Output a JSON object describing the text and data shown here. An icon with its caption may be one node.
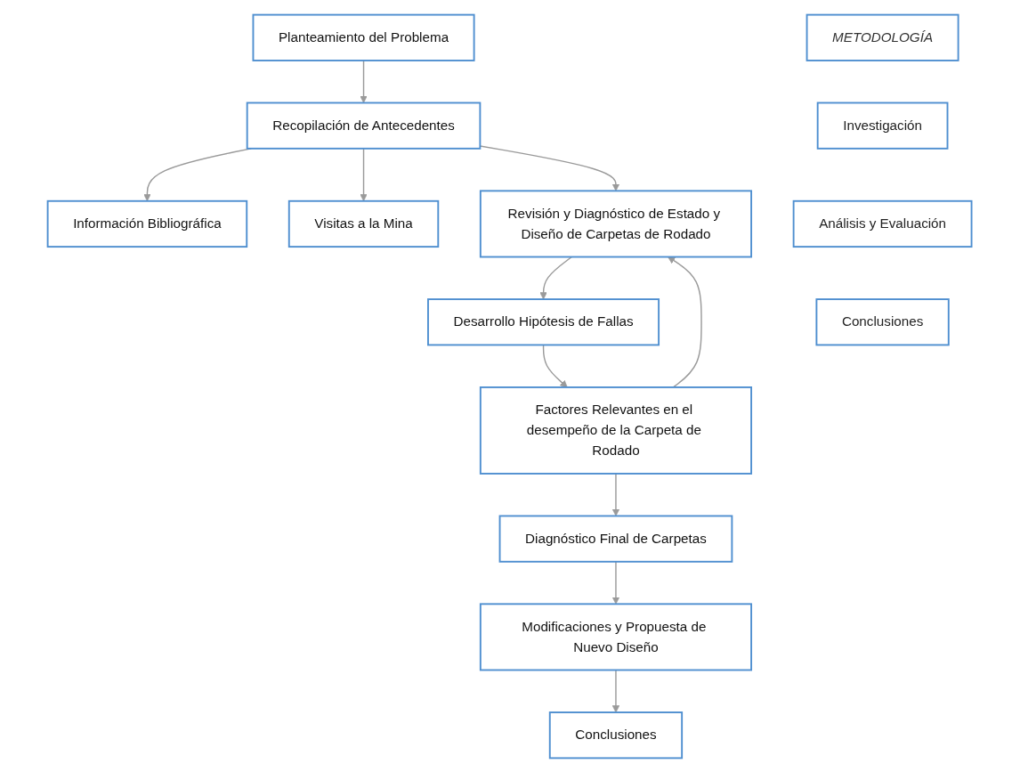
{
  "diagram": {
    "nodes": [
      {
        "text": [
          "METODOLOGÍA"
        ]
      },
      {
        "text": [
          "Investigación"
        ]
      },
      {
        "text": [
          "Planteamiento del Problema"
        ]
      },
      {
        "text": [
          "Recopilación de Antecedentes"
        ]
      },
      {
        "text": [
          "Información Bibliográfica"
        ]
      },
      {
        "text": [
          "Visitas a la Mina"
        ]
      },
      {
        "text": [
          "Análisis y Evaluación"
        ]
      },
      {
        "text": [
          "Revisión y Diagnóstico de Estado y Diseño de Carpetas de Rodado"
        ]
      },
      {
        "text": [
          "Desarrollo Hipótesis de Fallas"
        ]
      },
      {
        "text": [
          "Factores Relevantes en el desempeño de la Carpeta de Rodado"
        ]
      },
      {
        "text": [
          "Conclusiones"
        ]
      },
      {
        "text": [
          "Diagnóstico Final de Carpetas"
        ]
      },
      {
        "text": [
          "Modificaciones y Propuesta de Nuevo Diseño"
        ]
      },
      {
        "text": [
          "Conclusiones"
        ]
      }
    ],
    "edges": [
      {
        "from": 2,
        "to": 3,
        "arrow": "to"
      },
      {
        "from": 3,
        "to": 4,
        "arrow": "to"
      },
      {
        "from": 3,
        "to": 5,
        "arrow": "to"
      },
      {
        "from": 3,
        "to": 7,
        "arrow": "to"
      },
      {
        "from": 7,
        "to": 8,
        "arrow": "to"
      },
      {
        "from": 8,
        "to": 9,
        "arrow": "to"
      },
      {
        "from": 9,
        "to": 7,
        "arrow": "to"
      },
      {
        "from": 9,
        "to": 11,
        "arrow": "to"
      },
      {
        "from": 11,
        "to": 12,
        "arrow": "to"
      },
      {
        "from": 12,
        "to": 13,
        "arrow": "to"
      }
    ]
  }
}
